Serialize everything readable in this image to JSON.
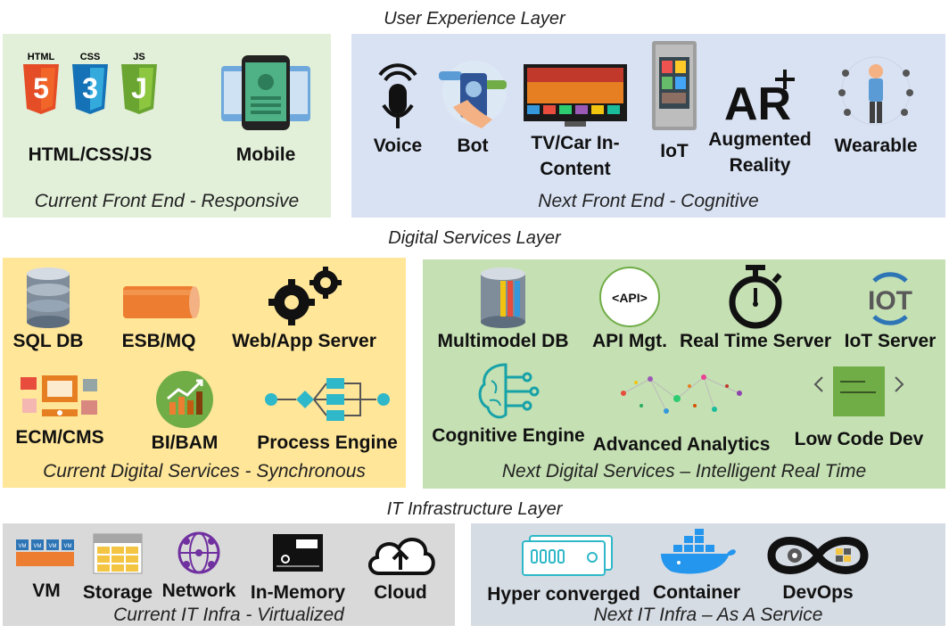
{
  "layers": {
    "ux": "User Experience Layer",
    "ds": "Digital Services Layer",
    "it": "IT Infrastructure Layer"
  },
  "ux_current": {
    "caption": "Current Front End - Responsive",
    "items": [
      "HTML/CSS/JS",
      "Mobile"
    ],
    "badges": [
      "HTML",
      "CSS",
      "JS"
    ],
    "badge_nums": [
      "5",
      "3",
      "J"
    ]
  },
  "ux_next": {
    "caption": "Next Front End - Cognitive",
    "items": [
      "Voice",
      "Bot",
      "TV/Car In-Content",
      "IoT",
      "Augmented Reality",
      "Wearable"
    ],
    "ar_text": "AR"
  },
  "ds_current": {
    "caption": "Current Digital Services - Synchronous",
    "items": [
      "SQL DB",
      "ESB/MQ",
      "Web/App Server",
      "ECM/CMS",
      "BI/BAM",
      "Process Engine"
    ]
  },
  "ds_next": {
    "caption": "Next Digital Services – Intelligent Real Time",
    "items": [
      "Multimodel DB",
      "API Mgt.",
      "Real Time Server",
      "IoT Server",
      "Cognitive Engine",
      "Advanced Analytics",
      "Low Code Dev"
    ],
    "api_text": "<API>",
    "iot_text": "IOT"
  },
  "it_current": {
    "caption": "Current IT Infra - Virtualized",
    "items": [
      "VM",
      "Storage",
      "Network",
      "In-Memory",
      "Cloud"
    ],
    "vm_text": "VM"
  },
  "it_next": {
    "caption": "Next IT Infra – As A Service",
    "items": [
      "Hyper converged",
      "Container",
      "DevOps"
    ]
  },
  "colors": {
    "green_panel": "#e2efd9",
    "blue_panel": "#d9e2f3",
    "yellow_panel": "#ffe699",
    "green2_panel": "#c5e0b3",
    "gray_panel": "#d9d9d9",
    "gray2_panel": "#d6dce4"
  }
}
